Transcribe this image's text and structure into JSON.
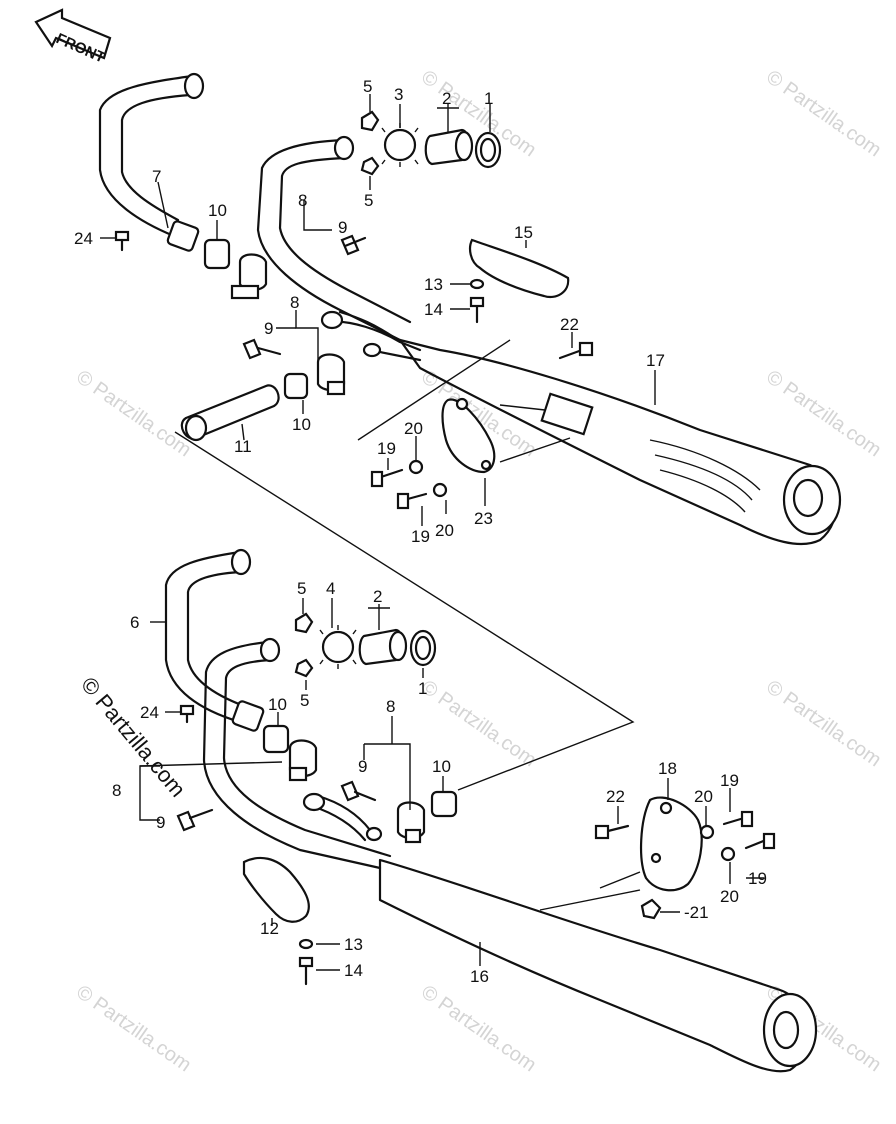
{
  "watermark": "© Partzilla.com",
  "front_label": "FRONT",
  "callouts": {
    "c1a": "1",
    "c2a": "2",
    "c3": "3",
    "c5a": "5",
    "c5b": "5",
    "c7": "7",
    "c8a": "8",
    "c9a": "9",
    "c10a": "10",
    "c24a": "24",
    "c15": "15",
    "c13a": "13",
    "c14a": "14",
    "c22a": "22",
    "c8b": "8",
    "c9b": "9",
    "c17": "17",
    "c10b": "10",
    "c11": "11",
    "c19a": "19",
    "c20a": "20",
    "c19b": "19",
    "c20b": "20",
    "c23": "23",
    "c5c": "5",
    "c4": "4",
    "c2b": "2",
    "c5d": "5",
    "c1b": "1",
    "c6": "6",
    "c24b": "24",
    "c10c": "10",
    "c8c": "8",
    "c9c": "9",
    "c10d": "10",
    "c8d": "8",
    "c9d": "9",
    "c18": "18",
    "c22b": "22",
    "c20c": "20",
    "c19c": "19",
    "c20d": "20",
    "c19d": "19",
    "c21": "-21",
    "c12": "12",
    "c13b": "13",
    "c14b": "14",
    "c16": "16"
  }
}
